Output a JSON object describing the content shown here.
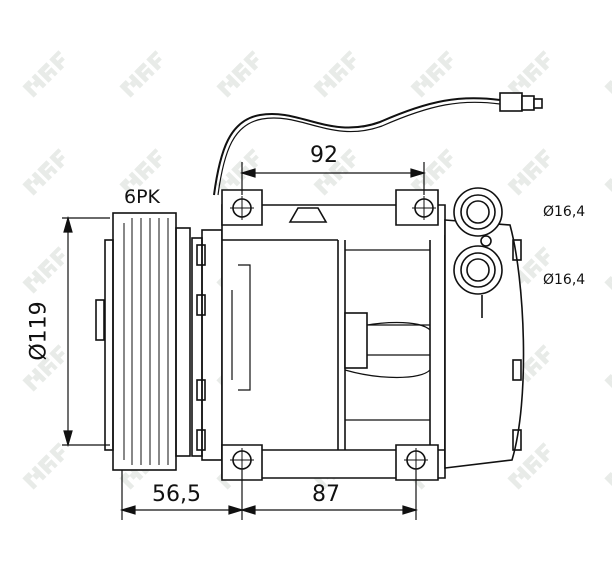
{
  "watermark": "NRF",
  "dimensions": {
    "top_width": "92",
    "belt": "6PK",
    "pulley_diameter": "Ø119",
    "port_upper": "Ø16,4",
    "port_lower": "Ø16,4",
    "bottom_left": "56,5",
    "bottom_right": "87"
  },
  "colors": {
    "line": "#111111",
    "watermark": "#e8ebe8"
  }
}
